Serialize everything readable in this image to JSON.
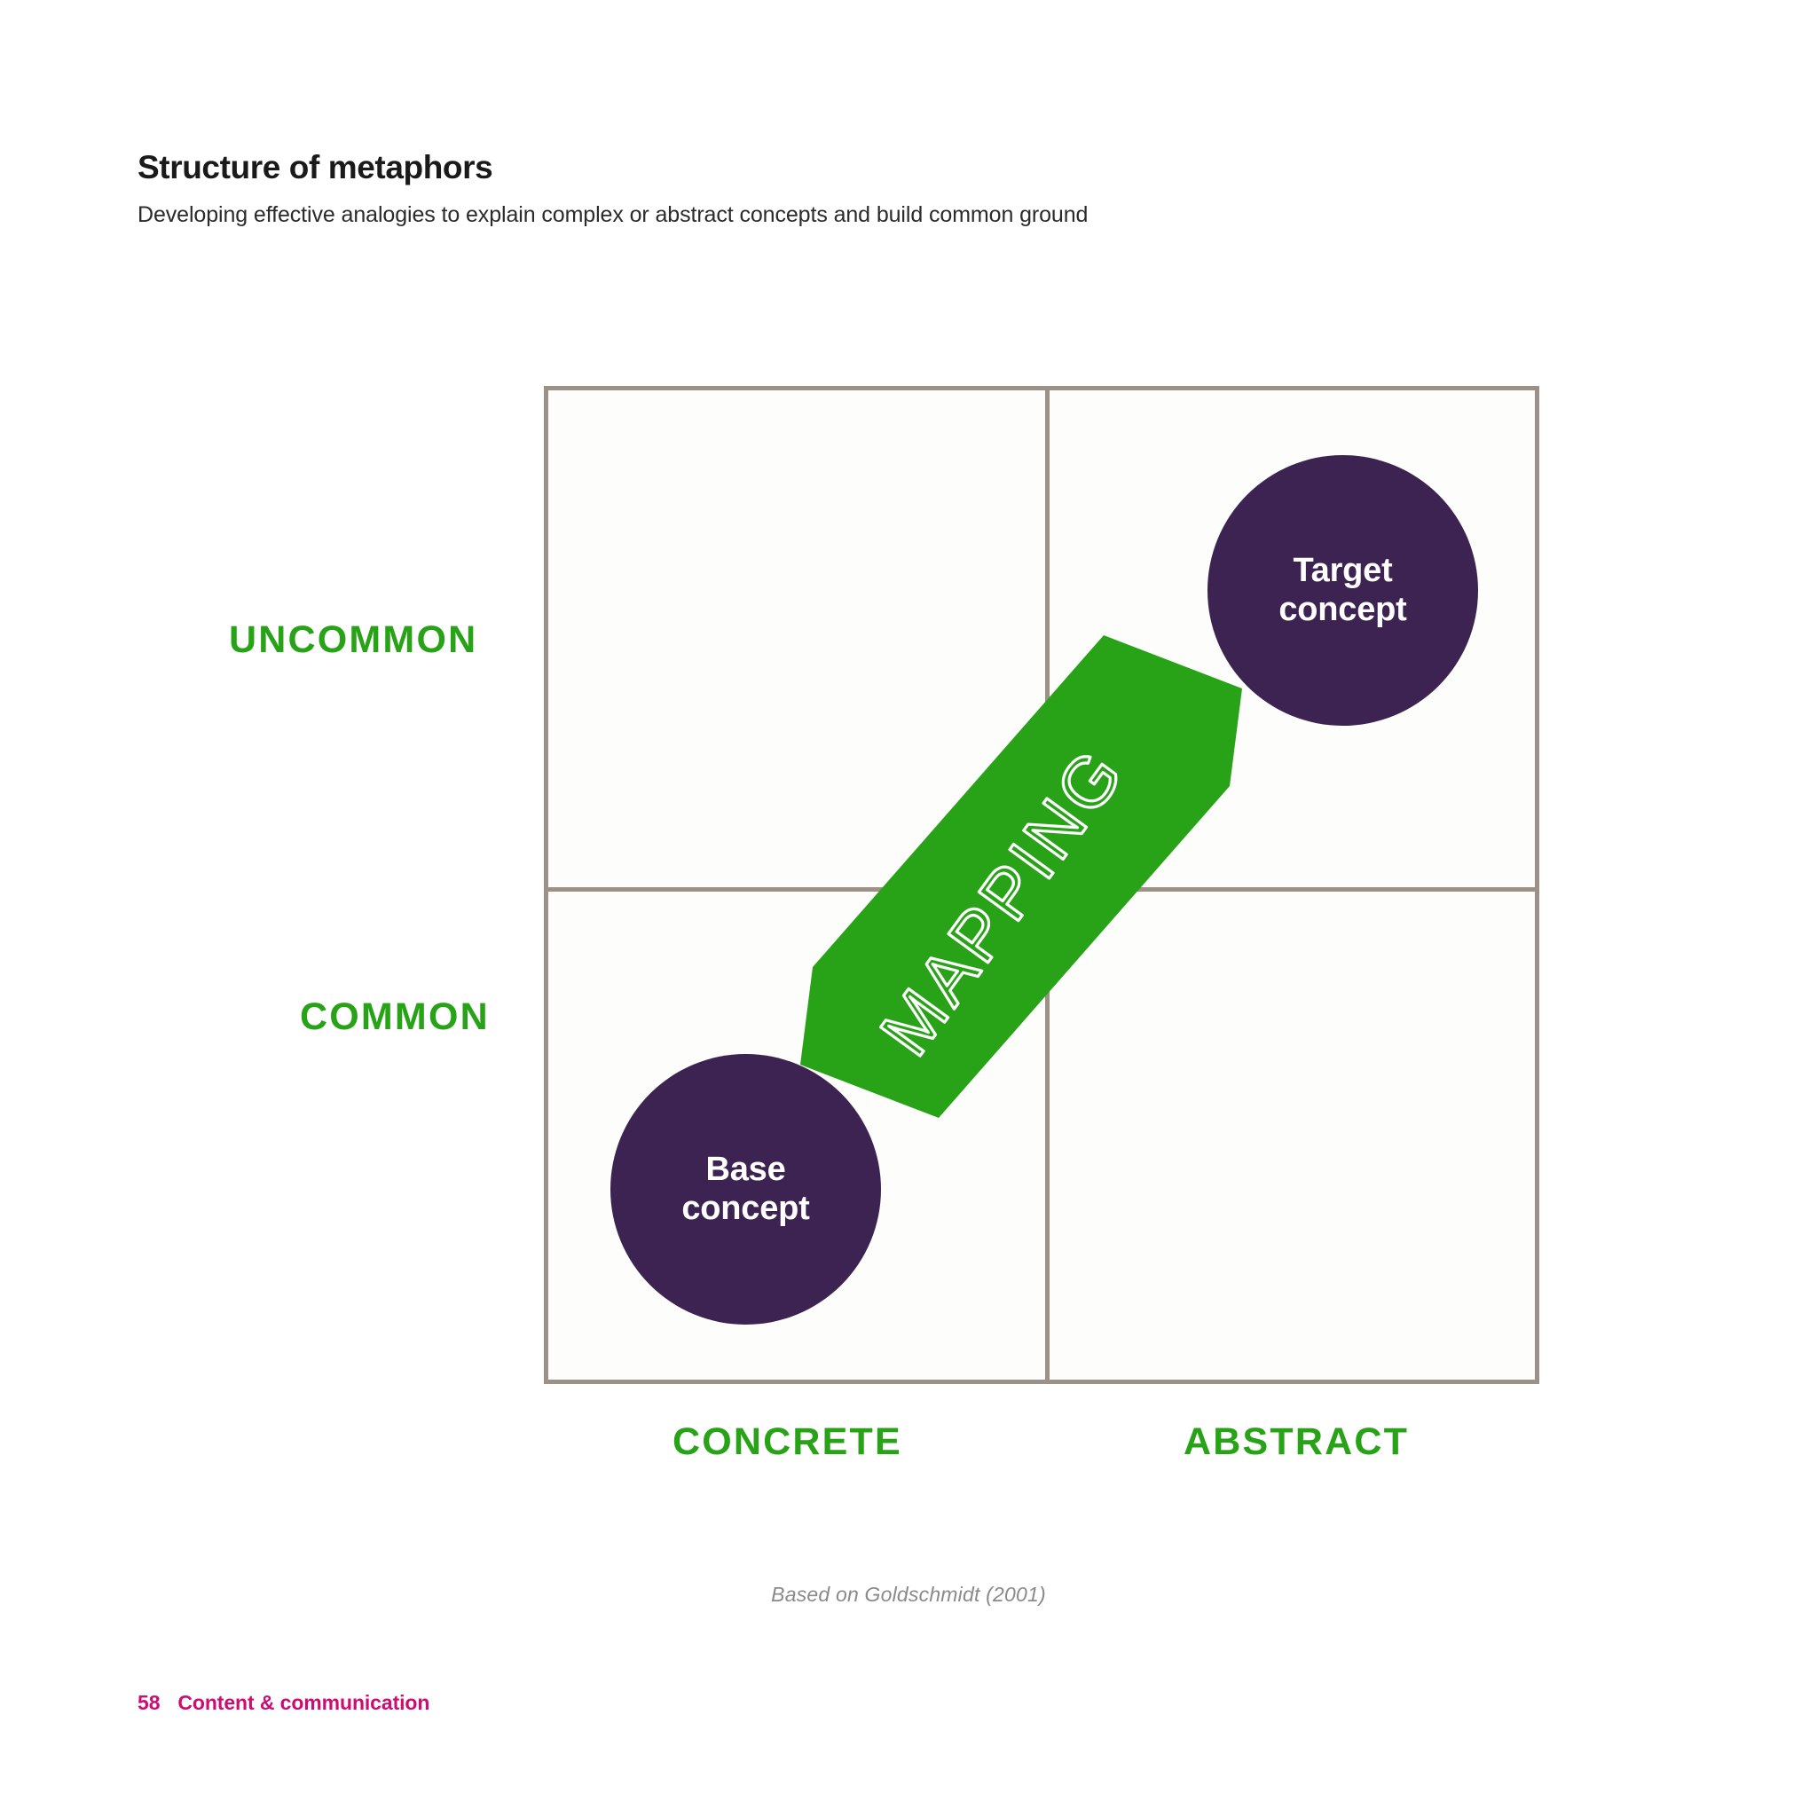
{
  "header": {
    "title": "Structure of metaphors",
    "subtitle": "Developing effective analogies to explain complex or abstract concepts and build common ground"
  },
  "diagram": {
    "type": "2x2-matrix",
    "y_axis": {
      "top_label": "UNCOMMON",
      "bottom_label": "COMMON"
    },
    "x_axis": {
      "left_label": "CONCRETE",
      "right_label": "ABSTRACT"
    },
    "nodes": [
      {
        "id": "base-concept",
        "line1": "Base",
        "line2": "concept",
        "quadrant": "common-concrete"
      },
      {
        "id": "target-concept",
        "line1": "Target",
        "line2": "concept",
        "quadrant": "uncommon-abstract"
      }
    ],
    "connector": {
      "label": "MAPPING",
      "from": "base-concept",
      "to": "target-concept",
      "style": "double-headed-arrow"
    },
    "colors": {
      "node_fill": "#3d2352",
      "node_text": "#ffffff",
      "connector_fill": "#28a317",
      "connector_text": "#ffffff",
      "axis_label": "#28a317",
      "grid_border": "#9c9087",
      "quadrant_fill": "#fdfefc"
    }
  },
  "source_note": "Based on Goldschmidt (2001)",
  "footer": {
    "page_number": "58",
    "section": "Content & communication",
    "color": "#cc0d73"
  }
}
